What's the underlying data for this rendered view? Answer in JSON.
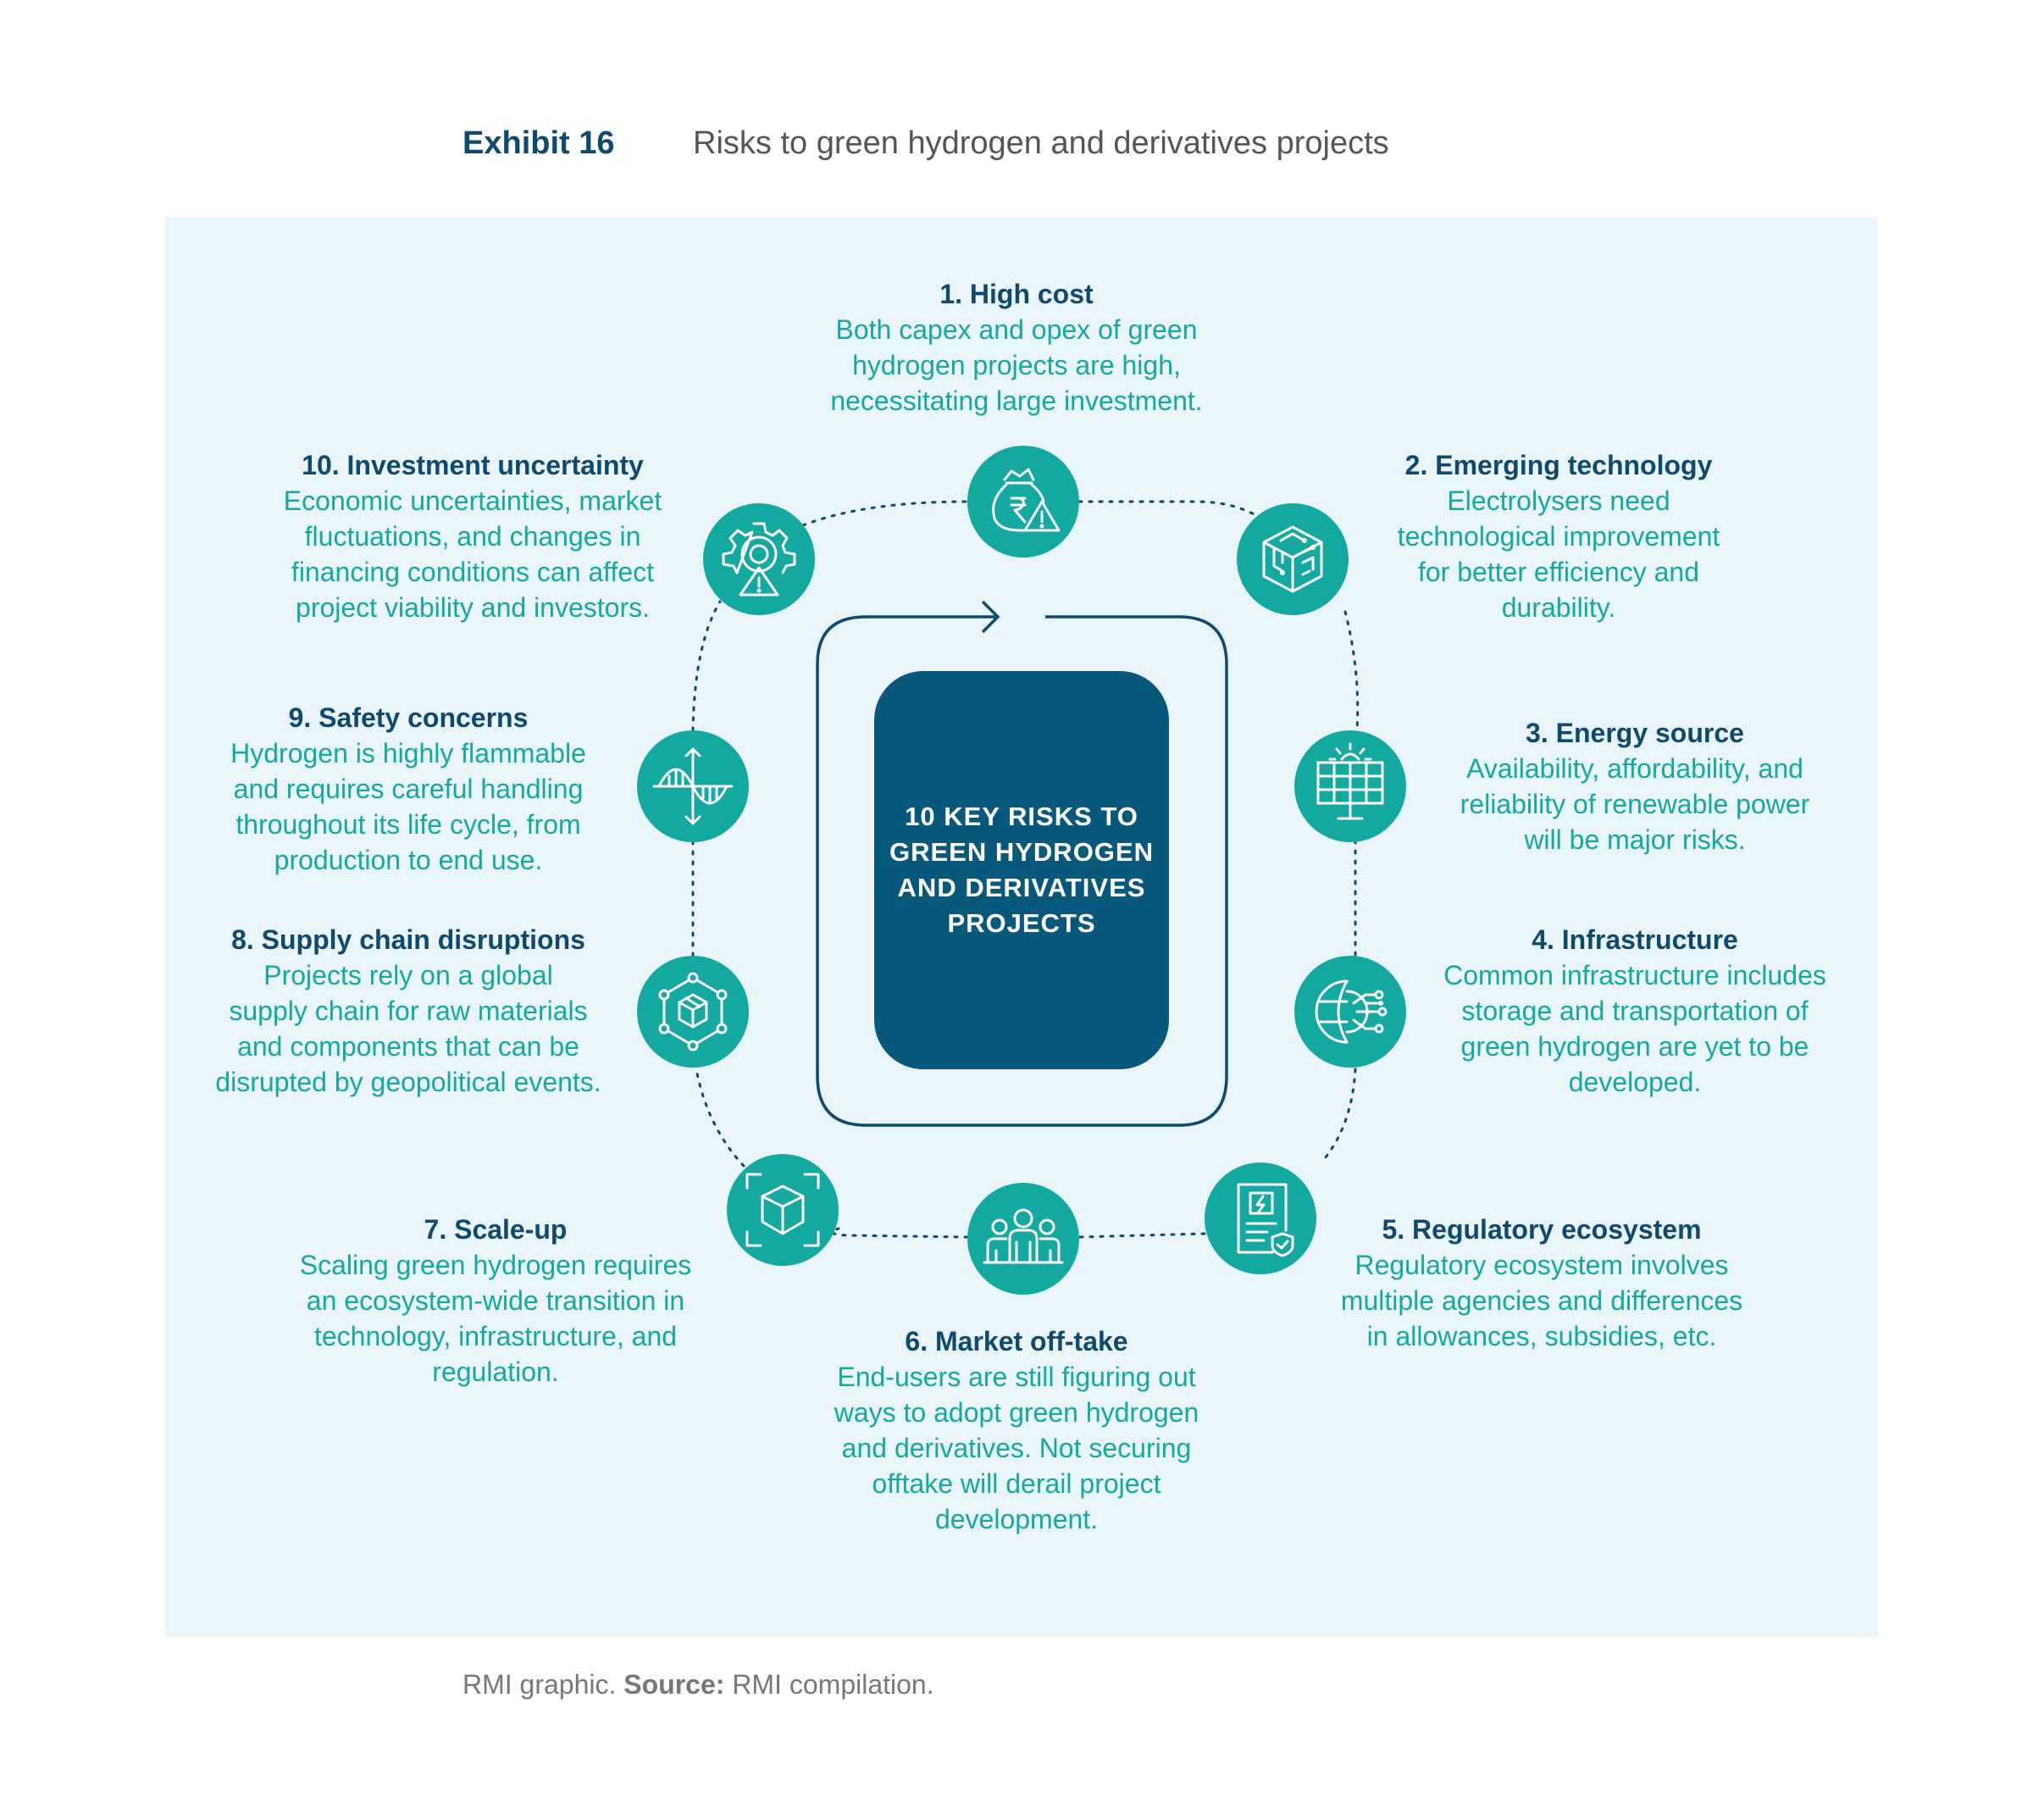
{
  "header": {
    "exhibit_label": "Exhibit 16",
    "title": "Risks to green hydrogen and derivatives projects"
  },
  "center": {
    "text": "10 KEY RISKS TO\nGREEN HYDROGEN\nAND DERIVATIVES\nPROJECTS"
  },
  "risks": [
    {
      "title": "1. High cost",
      "desc": "Both capex and opex of green\nhydrogen projects are high,\nnecessitating large investment.",
      "icon": "money-bag-warning-icon"
    },
    {
      "title": "2. Emerging technology",
      "desc": "Electrolysers need\ntechnological improvement\nfor better efficiency and\ndurability.",
      "icon": "circuit-cube-icon"
    },
    {
      "title": "3. Energy source",
      "desc": "Availability, affordability, and\nreliability of renewable power\nwill be major risks.",
      "icon": "solar-panel-icon"
    },
    {
      "title": "4. Infrastructure",
      "desc": "Common infrastructure includes\nstorage and transportation of\ngreen hydrogen are yet to be\ndeveloped.",
      "icon": "globe-network-icon"
    },
    {
      "title": "5. Regulatory ecosystem",
      "desc": "Regulatory ecosystem involves\nmultiple agencies and differences\nin allowances, subsidies, etc.",
      "icon": "regulation-document-icon"
    },
    {
      "title": "6. Market off-take",
      "desc": "End-users are still figuring out\nways to adopt green hydrogen\nand derivatives. Not securing\nofftake will derail project\ndevelopment.",
      "icon": "people-group-icon"
    },
    {
      "title": "7. Scale-up",
      "desc": "Scaling green hydrogen requires\nan ecosystem-wide transition in\ntechnology, infrastructure, and\nregulation.",
      "icon": "scale-cube-icon"
    },
    {
      "title": "8. Supply chain disruptions",
      "desc": "Projects rely on a global\nsupply chain for raw materials\nand components that can be\ndisrupted by geopolitical events.",
      "icon": "supply-network-icon"
    },
    {
      "title": "9. Safety concerns",
      "desc": "Hydrogen is highly flammable\nand requires careful handling\nthroughout its life cycle, from\nproduction to end use.",
      "icon": "sine-wave-icon"
    },
    {
      "title": "10. Investment uncertainty",
      "desc": "Economic uncertainties, market\nfluctuations, and changes in\nfinancing conditions can affect\nproject viability and investors.",
      "icon": "gear-warning-icon"
    }
  ],
  "footer": {
    "credit": "RMI graphic. ",
    "source_label": "Source:",
    "source_text": " RMI compilation."
  },
  "colors": {
    "teal": "#13a8a0",
    "navy": "#0d4a6e",
    "core": "#08587c",
    "panel": "#e9f5f8"
  }
}
